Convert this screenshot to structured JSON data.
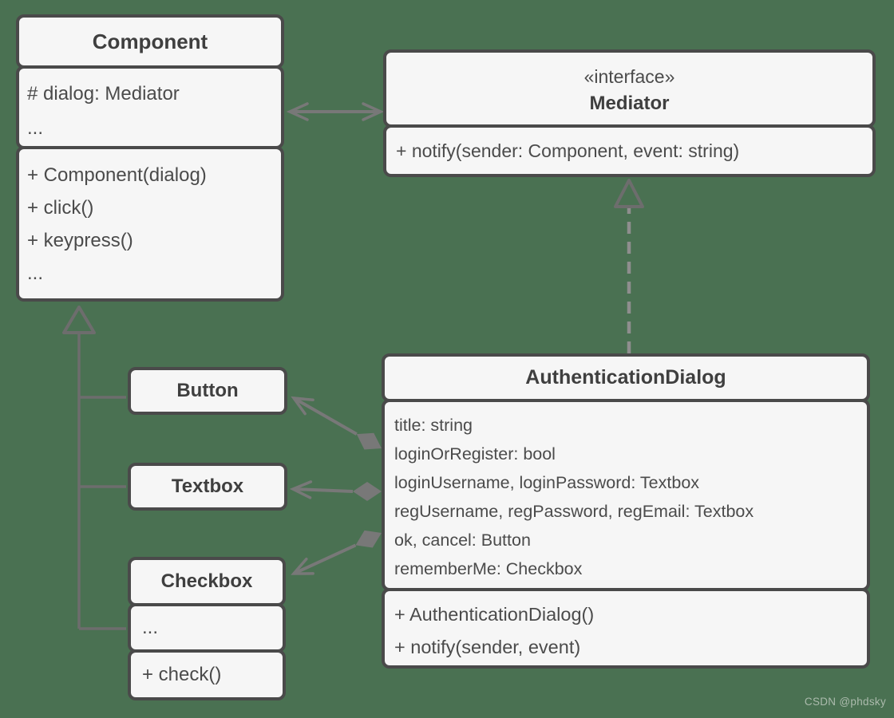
{
  "diagram": {
    "type": "uml-class-diagram",
    "pattern": "Mediator"
  },
  "classes": {
    "component": {
      "title": "Component",
      "attributes": [
        "# dialog: Mediator",
        "..."
      ],
      "methods": [
        "+ Component(dialog)",
        "+ click()",
        "+ keypress()",
        "..."
      ]
    },
    "mediator": {
      "stereotype": "«interface»",
      "title": "Mediator",
      "methods": [
        "+ notify(sender: Component, event: string)"
      ]
    },
    "authentication_dialog": {
      "title": "AuthenticationDialog",
      "attributes": [
        "title: string",
        "loginOrRegister: bool",
        "loginUsername, loginPassword: Textbox",
        "regUsername, regPassword, regEmail: Textbox",
        "ok, cancel: Button",
        "rememberMe: Checkbox"
      ],
      "methods": [
        "+ AuthenticationDialog()",
        "+ notify(sender, event)"
      ]
    },
    "button": {
      "title": "Button"
    },
    "textbox": {
      "title": "Textbox"
    },
    "checkbox": {
      "title": "Checkbox",
      "attributes": [
        "..."
      ],
      "methods": [
        "+ check()"
      ]
    }
  },
  "relationships": [
    {
      "type": "bidirectional-association",
      "from": "Component",
      "to": "Mediator"
    },
    {
      "type": "realization",
      "from": "AuthenticationDialog",
      "to": "Mediator"
    },
    {
      "type": "generalization",
      "from": "Button",
      "to": "Component"
    },
    {
      "type": "generalization",
      "from": "Textbox",
      "to": "Component"
    },
    {
      "type": "generalization",
      "from": "Checkbox",
      "to": "Component"
    },
    {
      "type": "composition",
      "from": "AuthenticationDialog",
      "to": "Button"
    },
    {
      "type": "composition",
      "from": "AuthenticationDialog",
      "to": "Textbox"
    },
    {
      "type": "composition",
      "from": "AuthenticationDialog",
      "to": "Checkbox"
    }
  ],
  "watermark": "CSDN @phdsky",
  "colors": {
    "bg": "#4a7152",
    "fill": "#f6f6f6",
    "border": "#4a4a4a",
    "text": "#4b4b4b",
    "title": "#3f3f3f",
    "line": "#787878",
    "trunk": "#6d6d6d",
    "dashed": "#8e8e8e",
    "watermark": "#ccd3cb"
  }
}
